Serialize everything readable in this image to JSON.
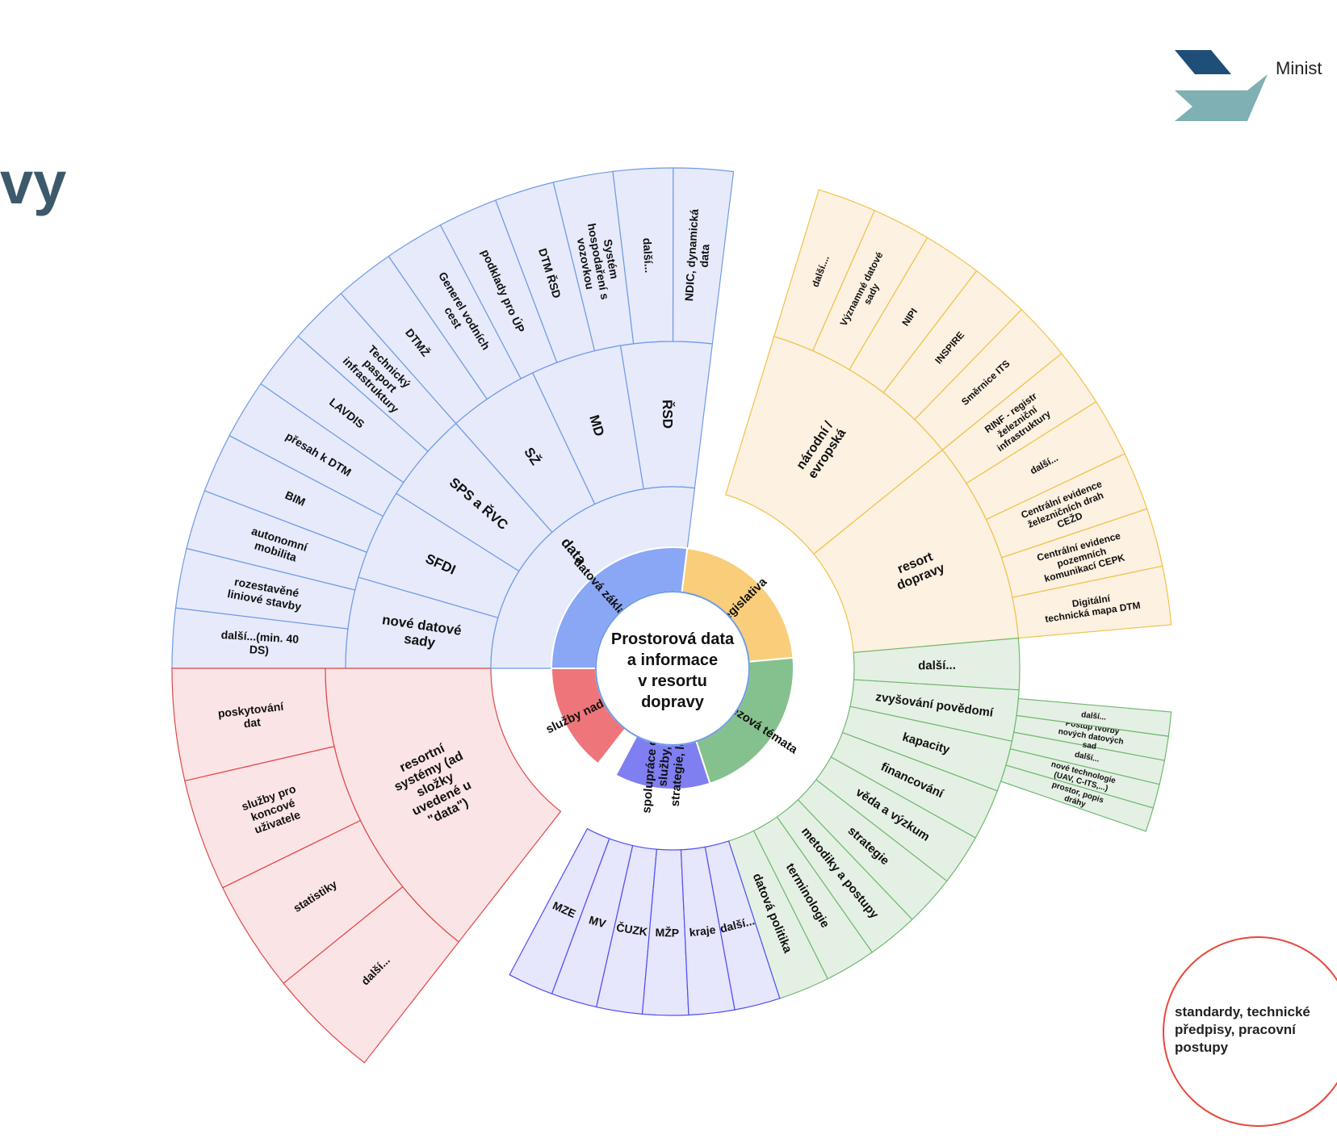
{
  "page_title_fragment": "vy",
  "logo": {
    "text": "Minist",
    "colors": {
      "dark": "#1f4e79",
      "light": "#7fb0b3"
    }
  },
  "note": {
    "text": "standardy, technické předpisy, pracovní postupy",
    "border_color": "#e8483b"
  },
  "center": {
    "lines": [
      "Prostorová data",
      "a informace",
      "v resortu",
      "dopravy"
    ]
  },
  "colors": {
    "data_fill": "#e6eafa",
    "data_stroke": "#6f9be6",
    "red_fill": "#fbe4e6",
    "red_stroke": "#e04848",
    "leg_fill": "#fdf1e1",
    "leg_stroke": "#f0c24a",
    "green_fill": "#e5f0e5",
    "green_stroke": "#6fba6f",
    "blue2_fill": "#e6e6fc",
    "blue2_stroke": "#5050f0",
    "core_data": "#89a7f5",
    "core_leg": "#f9cd7a",
    "core_green": "#85c18e",
    "core_red": "#ee767a",
    "core_coop": "#7f7ff2"
  },
  "core": [
    {
      "label": "datová základna",
      "color_key": "core_data"
    },
    {
      "label": "legislativa",
      "color_key": "core_leg"
    },
    {
      "label": "průřezová témata",
      "color_key": "core_green"
    },
    {
      "label": "spolupráce data, služby, strategie, leg.",
      "color_key": "core_coop"
    },
    {
      "label": "služby nad d...",
      "color_key": "core_red"
    }
  ],
  "data_ring2": {
    "label": "data"
  },
  "data_ring3": [
    {
      "label": "ŘSD"
    },
    {
      "label": "MD"
    },
    {
      "label": "SŽ"
    },
    {
      "label": "SPS a ŘVC"
    },
    {
      "label": "SFDI"
    },
    {
      "label": "nové datové sady"
    }
  ],
  "data_ring4": [
    {
      "label": "NDIC, dynamická data"
    },
    {
      "label": "další..."
    },
    {
      "label": "Systém hospodaření s vozovkou"
    },
    {
      "label": "DTM ŘSD"
    },
    {
      "label": "podklady pro ÚP"
    },
    {
      "label": "Generel vodních cest"
    },
    {
      "label": "DTMŽ"
    },
    {
      "label": "Technický pasport infrastruktury"
    },
    {
      "label": "LAVDIS"
    },
    {
      "label": "přesah k DTM"
    },
    {
      "label": "BIM"
    },
    {
      "label": "autonomní mobilita"
    },
    {
      "label": "rozestavěné liniové stavby"
    },
    {
      "label": "další...(min. 40 DS)"
    }
  ],
  "leg_ring2": [
    {
      "label": "resort dopravy"
    },
    {
      "label": "národní / evropská"
    }
  ],
  "leg_ring3": [
    {
      "label": "Digitální technická mapa DTM"
    },
    {
      "label": "Centrální evidence pozemních komunikací CEPK"
    },
    {
      "label": "Centrální evidence železničních drah CEŽD"
    },
    {
      "label": "další..."
    },
    {
      "label": "RINF - registr železniční infrastruktury"
    },
    {
      "label": "Směrnice ITS"
    },
    {
      "label": "INSPIRE"
    },
    {
      "label": "NIPI"
    },
    {
      "label": "Významné datové sady"
    },
    {
      "label": "další...."
    }
  ],
  "green_ring2": [
    {
      "label": "datová politika"
    },
    {
      "label": "terminologie"
    },
    {
      "label": "metodiky a postupy"
    },
    {
      "label": "strategie"
    },
    {
      "label": "věda a výzkum"
    },
    {
      "label": "financování"
    },
    {
      "label": "kapacity"
    },
    {
      "label": "zvyšování povědomí"
    },
    {
      "label": "další..."
    }
  ],
  "green_ring3": [
    {
      "label": "prostor, popis dráhy"
    },
    {
      "label": "nové technologie (UAV, C-ITS,...)"
    },
    {
      "label": "další..."
    },
    {
      "label": "Postup tvorby nových datových sad"
    },
    {
      "label": "další..."
    }
  ],
  "coop_ring2": [
    {
      "label": "MZE"
    },
    {
      "label": "MV"
    },
    {
      "label": "ČUZK"
    },
    {
      "label": "MŽP"
    },
    {
      "label": "kraje"
    },
    {
      "label": "další..."
    }
  ],
  "red_ring2": [
    {
      "label": "resortní systémy (ad složky uvedené u \"data\")"
    }
  ],
  "red_ring3": [
    {
      "label": "poskytování dat"
    },
    {
      "label": "služby pro koncové uživatele"
    },
    {
      "label": "statistiky"
    },
    {
      "label": "další..."
    }
  ]
}
